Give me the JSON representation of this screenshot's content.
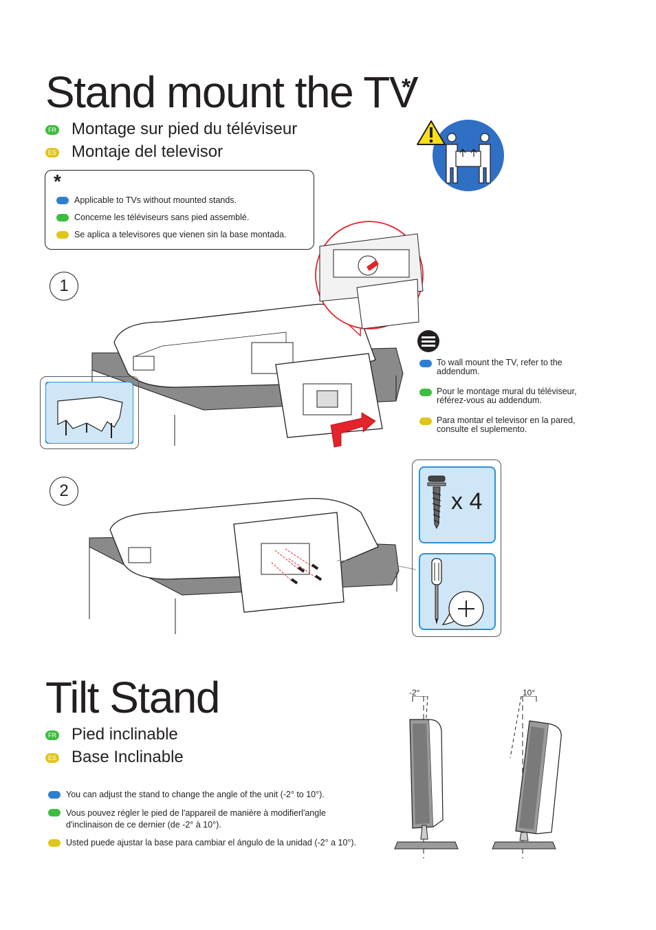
{
  "stand_mount": {
    "title": "Stand mount the TV",
    "asterisk": "*",
    "fr_badge": "FR",
    "es_badge": "ES",
    "fr_title": "Montage sur pied du téléviseur",
    "es_title": "Montaje del televisor"
  },
  "applicability": {
    "asterisk": "*",
    "en": "Applicable to TVs without mounted stands.",
    "fr": "Concerne les téléviseurs sans pied assemblé.",
    "es": "Se aplica a televisores que vienen sin la base montada."
  },
  "steps": {
    "one": "1",
    "two": "2"
  },
  "wall_note": {
    "en": "To wall mount the TV, refer to the addendum.",
    "fr": "Pour le montage mural du téléviseur, référez-vous au addendum.",
    "es": "Para montar el televisor en la pared, consulte el suplemento."
  },
  "tools": {
    "screw_count": "x 4"
  },
  "tilt": {
    "title": "Tilt Stand",
    "fr_badge": "FR",
    "es_badge": "ES",
    "fr_title": "Pied inclinable",
    "es_title": "Base Inclinable",
    "en": "You can adjust the stand to change the angle of the unit (-2° to 10°).",
    "fr": "Vous pouvez régler le pied de l'appareil de manière à modifierl'angle d'inclinaison de ce dernier (de -2° à 10°).",
    "es": "Usted puede ajustar la base para cambiar el ángulo de la unidad (-2° a 10°).",
    "angle_left": "-2°",
    "angle_right": "10°"
  },
  "colors": {
    "en": "#2f7fd1",
    "fr": "#3dbd3d",
    "es": "#e0c51a",
    "light_blue": "#cfe6f6",
    "warning_red": "#e4232b"
  },
  "icons": [
    "warning-icon",
    "two-person-lift-icon",
    "note-icon",
    "tablecloth-icon",
    "screw-icon",
    "screwdriver-icon",
    "plus-icon"
  ]
}
